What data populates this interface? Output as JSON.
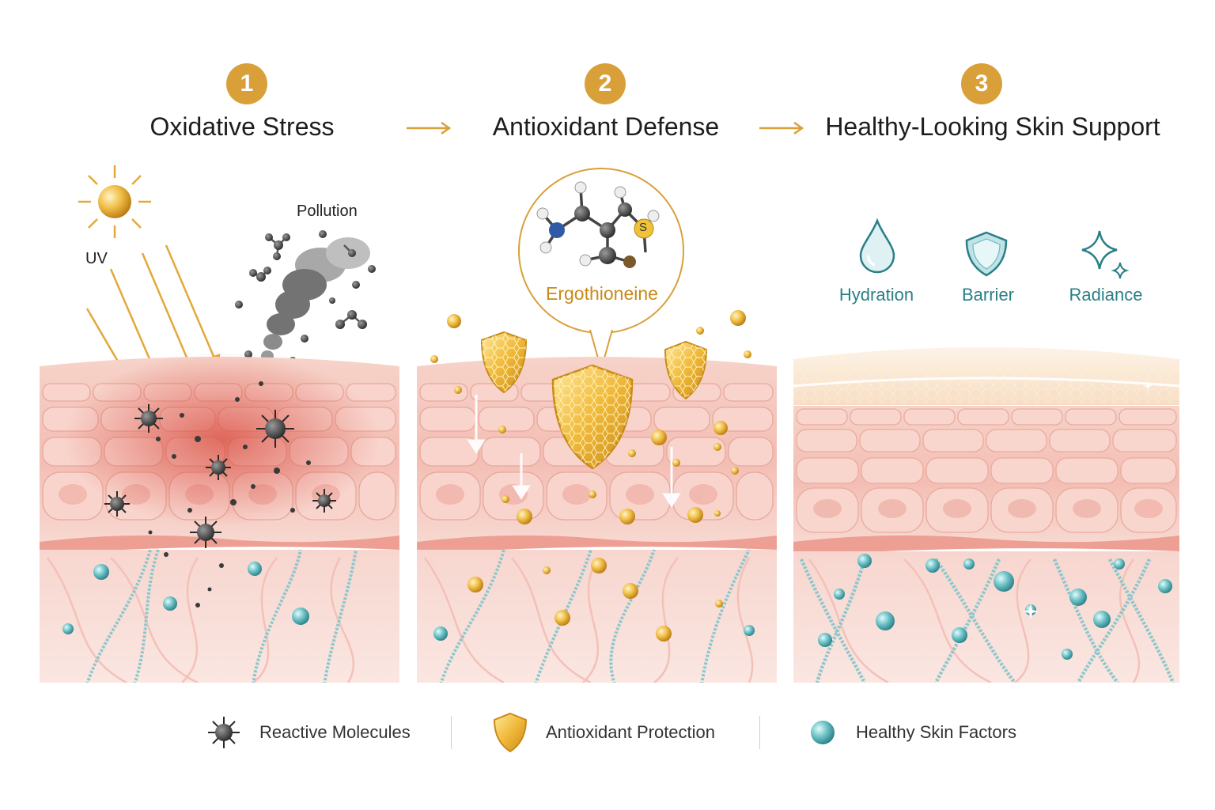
{
  "steps": [
    {
      "number": "1",
      "title": "Oxidative Stress"
    },
    {
      "number": "2",
      "title": "Antioxidant Defense"
    },
    {
      "number": "3",
      "title": "Healthy-Looking Skin Support"
    }
  ],
  "panel1": {
    "uv_label": "UV",
    "pollution_label": "Pollution"
  },
  "panel2": {
    "molecule_label": "Ergothioneine",
    "sulfur_symbol": "S"
  },
  "panel3": {
    "benefits": [
      "Hydration",
      "Barrier",
      "Radiance"
    ]
  },
  "legend": [
    {
      "label": "Reactive Molecules",
      "icon": "reactive-molecule-icon"
    },
    {
      "label": "Antioxidant Protection",
      "icon": "shield-icon"
    },
    {
      "label": "Healthy Skin Factors",
      "icon": "teal-sphere-icon"
    }
  ],
  "colors": {
    "accent_gold": "#d9a03a",
    "teal": "#2a7f87",
    "skin_pink": "#f3c4bb",
    "stress_red": "#d94a3e",
    "reactive_dark": "#2a2a2a"
  }
}
